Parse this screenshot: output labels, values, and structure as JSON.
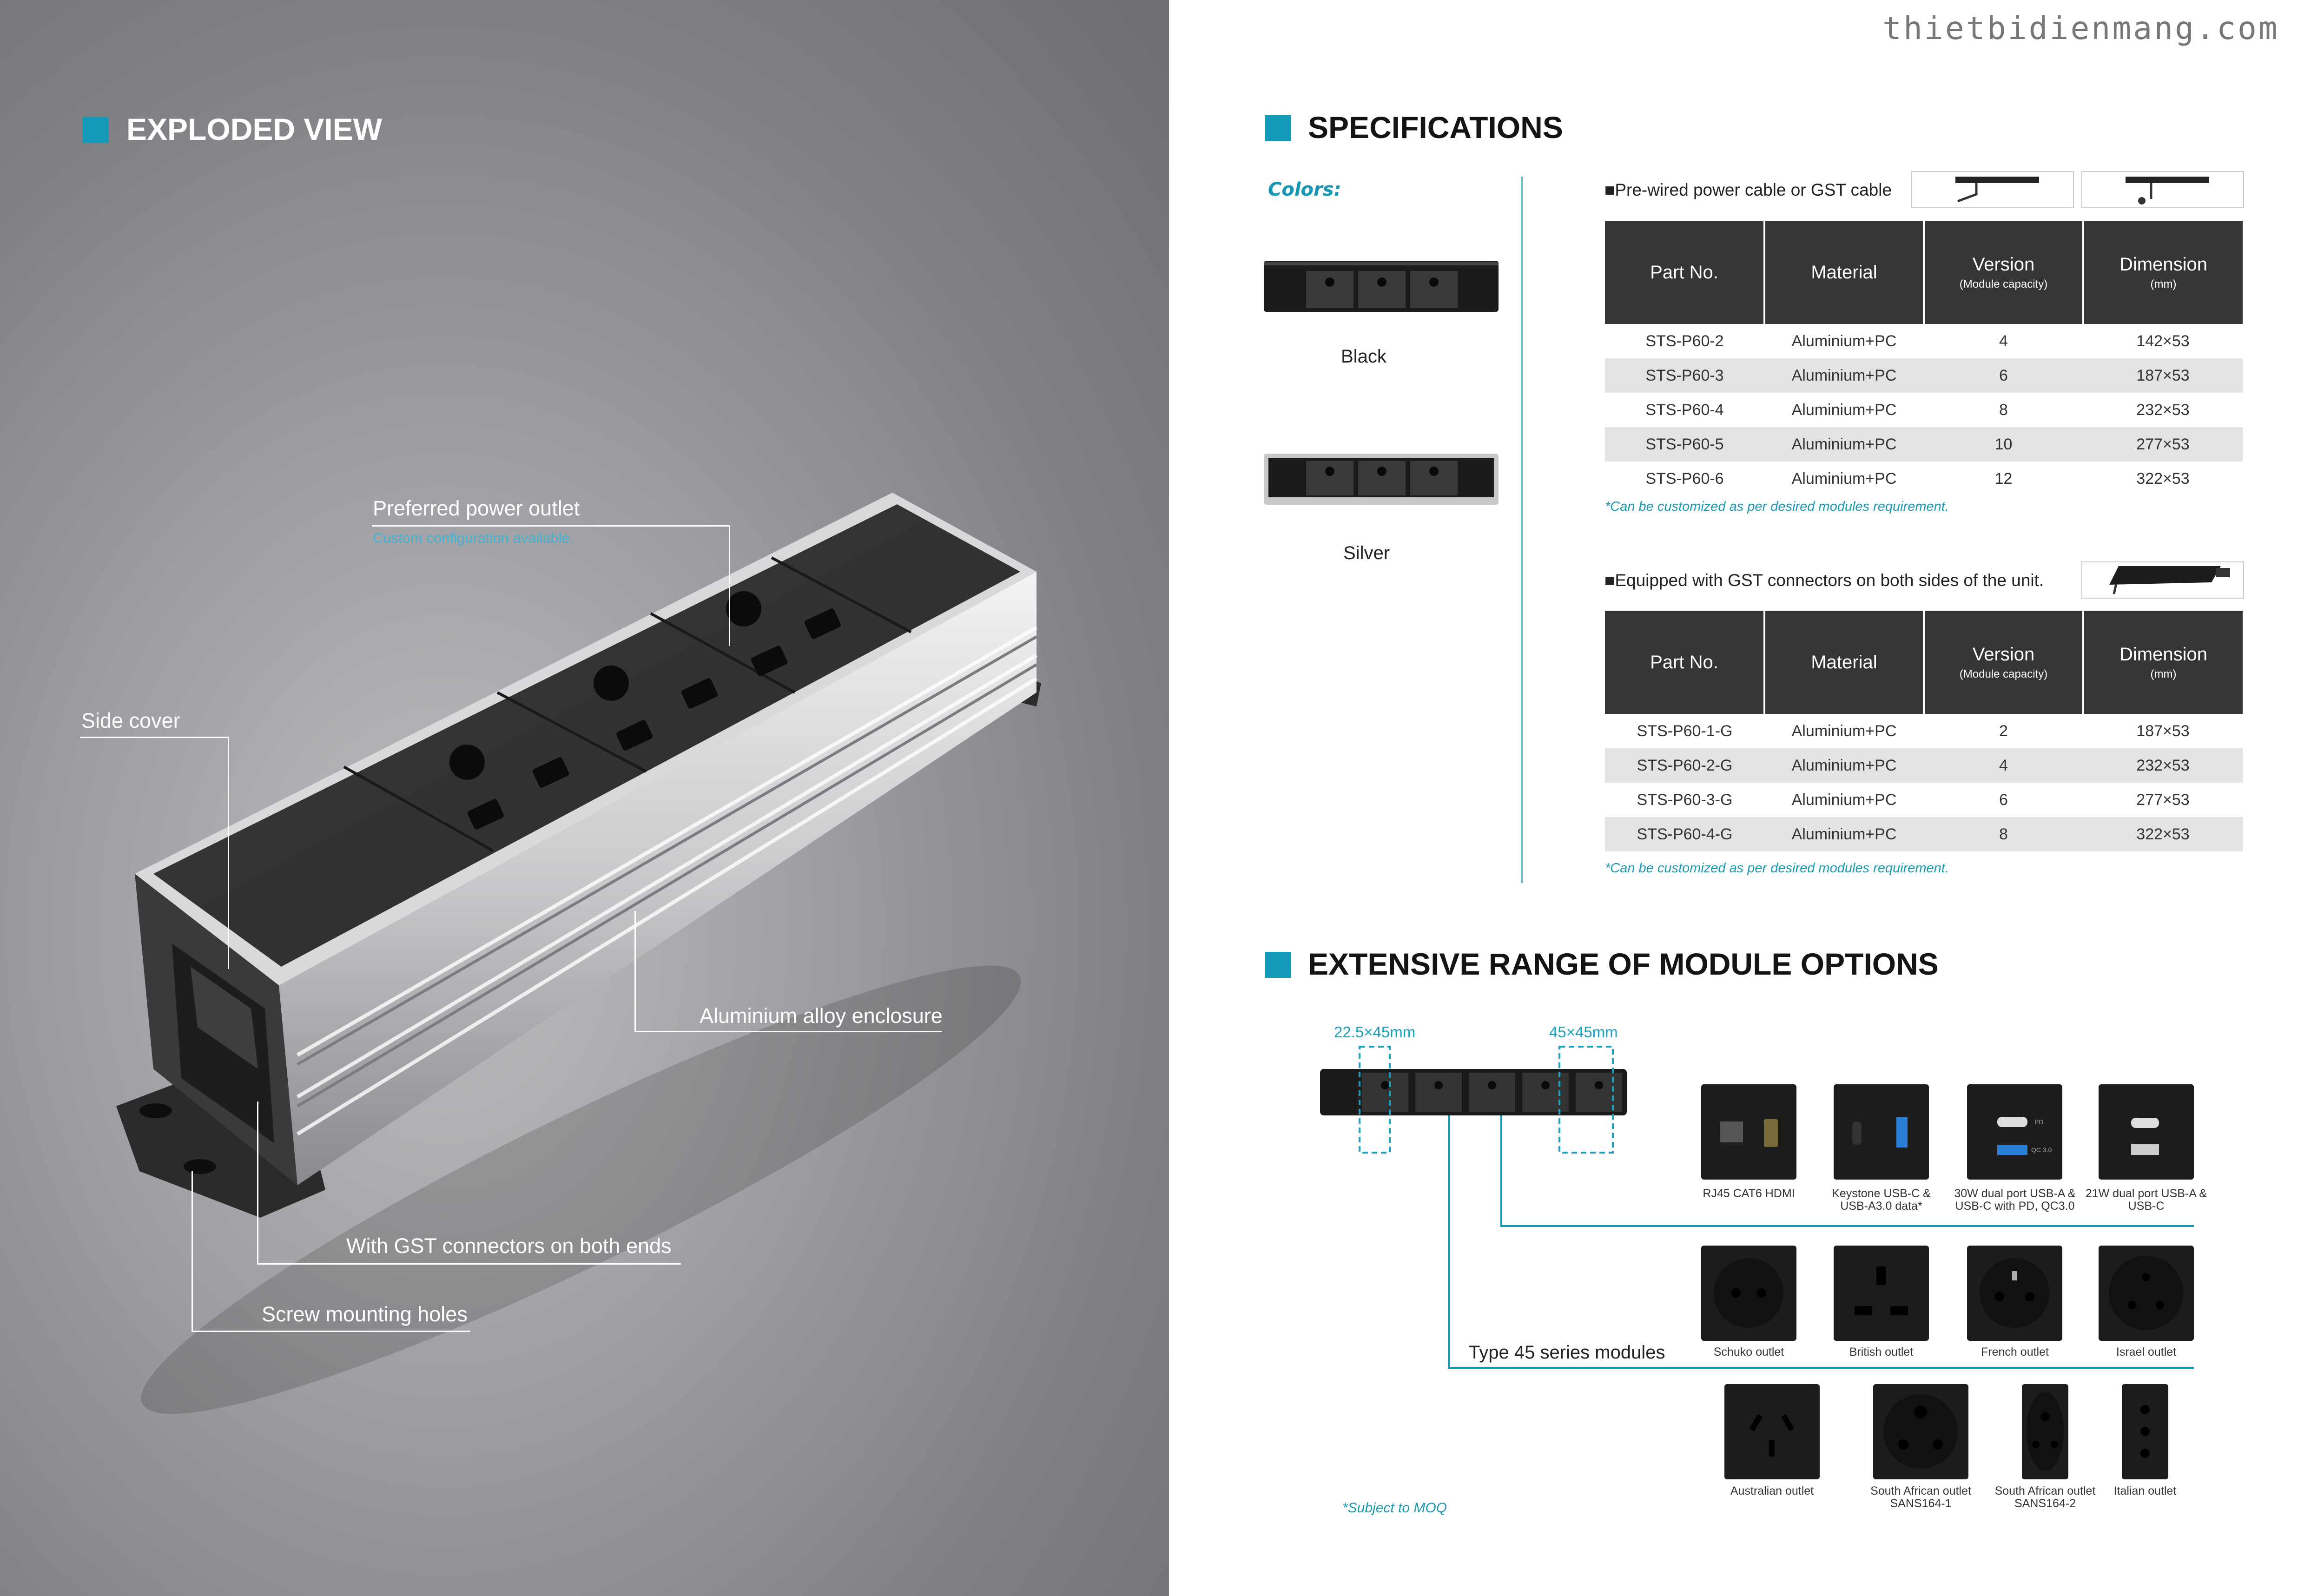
{
  "watermark": "thietbidienmang.com",
  "left": {
    "heading": "EXPLODED VIEW",
    "callouts": {
      "preferred": "Preferred power outlet",
      "custom": "Custom configuration available.",
      "side_cover": "Side cover",
      "enclosure": "Aluminium alloy enclosure",
      "gst": "With GST connectors on both ends",
      "screw": "Screw mounting holes"
    }
  },
  "right": {
    "spec_heading": "SPECIFICATIONS",
    "colors_title": "Colors:",
    "colors": [
      "Black",
      "Silver"
    ],
    "table1": {
      "note": "■Pre-wired power cable or GST cable",
      "headers": [
        "Part No.",
        "Material",
        "Version",
        "(Module capacity)",
        "Dimension",
        "(mm)"
      ],
      "rows": [
        [
          "STS-P60-2",
          "Aluminium+PC",
          "4",
          "142×53"
        ],
        [
          "STS-P60-3",
          "Aluminium+PC",
          "6",
          "187×53"
        ],
        [
          "STS-P60-4",
          "Aluminium+PC",
          "8",
          "232×53"
        ],
        [
          "STS-P60-5",
          "Aluminium+PC",
          "10",
          "277×53"
        ],
        [
          "STS-P60-6",
          "Aluminium+PC",
          "12",
          "322×53"
        ]
      ],
      "footnote": "*Can be customized as per desired modules requirement."
    },
    "table2": {
      "note": "■Equipped with GST connectors on both sides of the unit.",
      "headers": [
        "Part No.",
        "Material",
        "Version",
        "(Module capacity)",
        "Dimension",
        "(mm)"
      ],
      "rows": [
        [
          "STS-P60-1-G",
          "Aluminium+PC",
          "2",
          "187×53"
        ],
        [
          "STS-P60-2-G",
          "Aluminium+PC",
          "4",
          "232×53"
        ],
        [
          "STS-P60-3-G",
          "Aluminium+PC",
          "6",
          "277×53"
        ],
        [
          "STS-P60-4-G",
          "Aluminium+PC",
          "8",
          "322×53"
        ]
      ],
      "footnote": "*Can be customized as per desired modules requirement."
    },
    "modules_heading": "EXTENSIVE RANGE OF MODULE OPTIONS",
    "dim_small": "22.5×45mm",
    "dim_large": "45×45mm",
    "type45": "Type 45 series modules",
    "row1": [
      "RJ45 CAT6  HDMI",
      "Keystone USB-C & USB-A3.0 data*",
      "30W dual port USB-A & USB-C with PD, QC3.0",
      "21W dual port USB-A & USB-C"
    ],
    "row2": [
      "Schuko outlet",
      "British  outlet",
      "French outlet",
      "Israel  outlet"
    ],
    "row3": [
      "Australian outlet",
      "South African outlet SANS164-1",
      "South African outlet SANS164-2",
      "Italian outlet"
    ],
    "moq": "*Subject to MOQ",
    "port_labels": [
      "PD",
      "QC 3.0"
    ]
  }
}
